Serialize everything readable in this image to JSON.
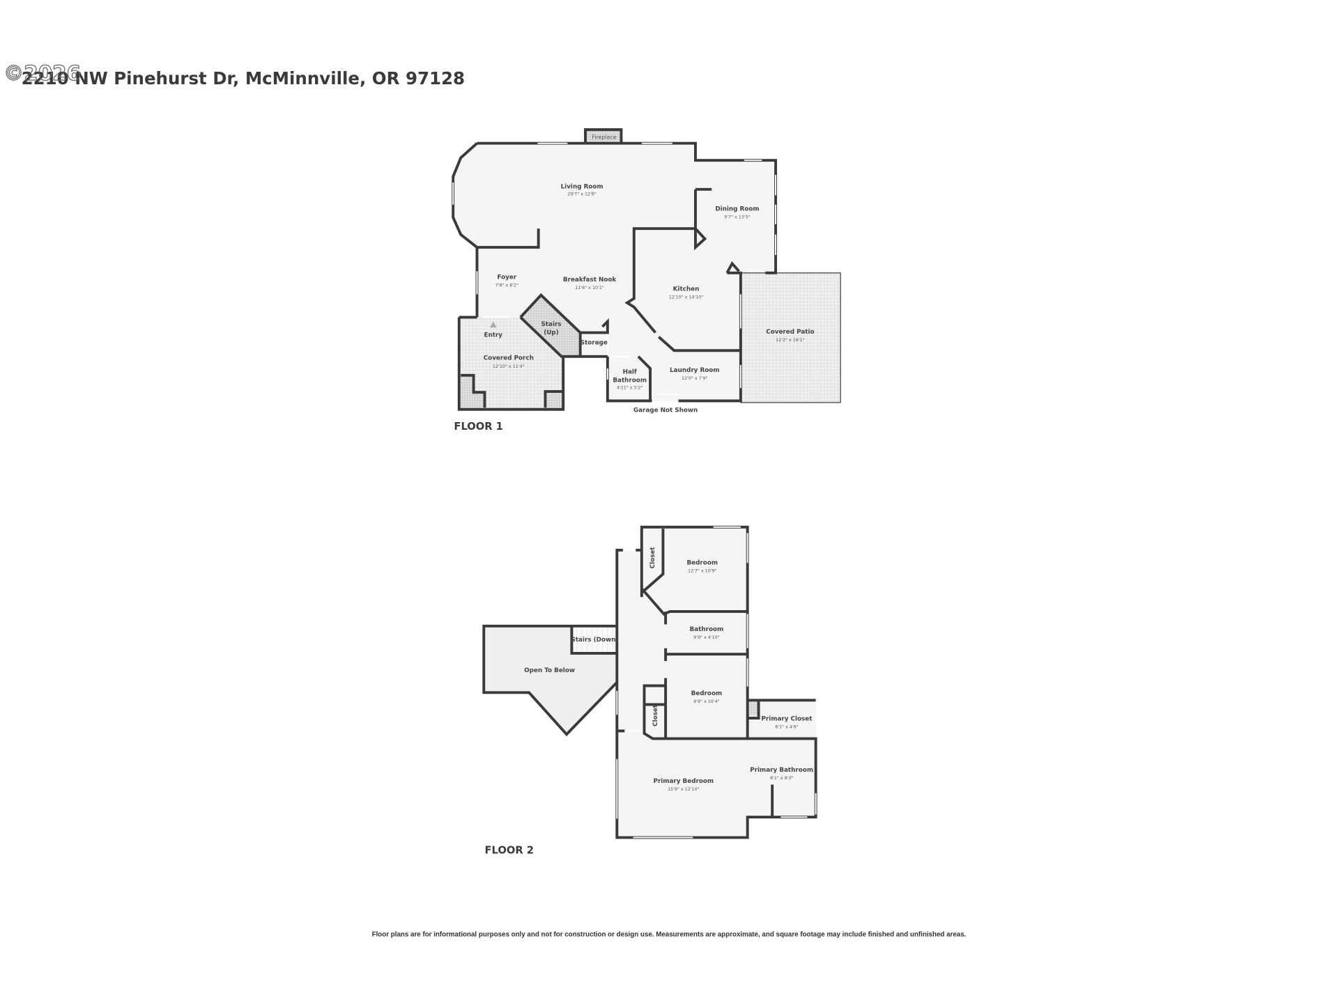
{
  "header": {
    "address": "2210 NW Pinehurst Dr, McMinnville, OR 97128",
    "watermark": "©2026"
  },
  "colors": {
    "wall": "#3a3a3a",
    "floor_fill": "#f5f5f5",
    "outdoor_fill": "#ececec",
    "text": "#444444"
  },
  "floor1": {
    "label": "FLOOR 1",
    "note": "Garage Not Shown",
    "rooms": {
      "fireplace": {
        "name": "Fireplace"
      },
      "living": {
        "name": "Living Room",
        "dim": "29'7\" x 12'6\""
      },
      "dining": {
        "name": "Dining Room",
        "dim": "9'7\" x 13'5\""
      },
      "foyer": {
        "name": "Foyer",
        "dim": "7'8\" x 8'2\""
      },
      "nook": {
        "name": "Breakfast Nook",
        "dim": "11'6\" x 10'1\""
      },
      "kitchen": {
        "name": "Kitchen",
        "dim": "12'10\" x 14'10\""
      },
      "stairs": {
        "name": "Stairs",
        "name2": "(Up)"
      },
      "storage": {
        "name": "Storage"
      },
      "entry": {
        "name": "Entry"
      },
      "porch": {
        "name": "Covered Porch",
        "dim": "12'10\" x 11'4\""
      },
      "halfbath": {
        "name": "Half",
        "name2": "Bathroom",
        "dim": "4'11\" x 5'2\""
      },
      "laundry": {
        "name": "Laundry Room",
        "dim": "12'0\" x 7'9\""
      },
      "patio": {
        "name": "Covered Patio",
        "dim": "12'2\" x 16'1\""
      }
    }
  },
  "floor2": {
    "label": "FLOOR 2",
    "rooms": {
      "bedroom1": {
        "name": "Bedroom",
        "dim": "12'7\" x 10'9\""
      },
      "closet1": {
        "name": "Closet"
      },
      "bathroom": {
        "name": "Bathroom",
        "dim": "9'9\" x 4'10\""
      },
      "stairs": {
        "name": "Stairs (Down)"
      },
      "open": {
        "name": "Open To Below"
      },
      "bedroom2": {
        "name": "Bedroom",
        "dim": "9'9\" x 10'4\""
      },
      "closet2": {
        "name": "Closet"
      },
      "pcloset": {
        "name": "Primary Closet",
        "dim": "8'1\" x 4'6\""
      },
      "pbath": {
        "name": "Primary Bathroom",
        "dim": "8'1\" x 9'3\""
      },
      "pbed": {
        "name": "Primary Bedroom",
        "dim": "15'9\" x 12'10\""
      }
    }
  },
  "footer": {
    "disclaimer": "Floor plans are for informational purposes only and not for construction or design use. Measurements are approximate, and square footage may include finished and unfinished areas."
  }
}
